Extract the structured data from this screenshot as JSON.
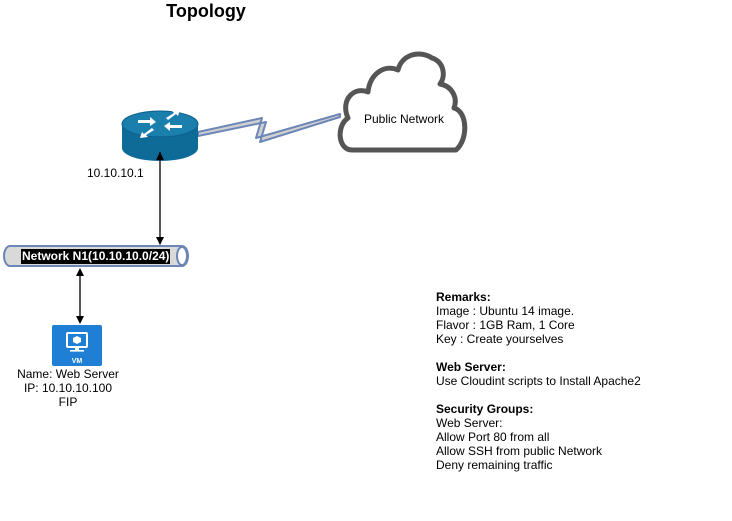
{
  "title": "Topology",
  "router": {
    "icon": "router-icon",
    "ip_label": "10.10.10.1"
  },
  "cloud": {
    "icon": "cloud-icon",
    "label": "Public Network"
  },
  "link": {
    "type": "wan-lightning-link",
    "colors": {
      "stroke": "#6c86b8",
      "fill": "#d0d0d0"
    }
  },
  "network": {
    "label": "Network N1(10.10.10.0/24)"
  },
  "vm": {
    "icon": "vm-icon",
    "badge": "VM",
    "caption": [
      "Name: Web Server",
      "IP: 10.10.10.100",
      "FIP"
    ],
    "color": "#1e7fd4"
  },
  "remarks": {
    "sections": [
      {
        "heading": "Remarks:",
        "lines": [
          "Image :  Ubuntu 14 image.",
          "Flavor :  1GB Ram, 1 Core",
          "Key :  Create yourselves"
        ]
      },
      {
        "heading": "Web Server:",
        "lines": [
          "Use Cloudint scripts to Install Apache2"
        ]
      },
      {
        "heading": "Security Groups:",
        "lines": [
          "Web Server:",
          "Allow Port 80 from all",
          "Allow SSH from public Network",
          "Deny remaining traffic"
        ]
      }
    ]
  },
  "colors": {
    "router": "#0e6b98",
    "router_top": "#1b7fae",
    "cloud_stroke": "#555555",
    "network_pipe_stroke": "#6c86b8",
    "network_pipe_fill": "#d9d9d9"
  }
}
